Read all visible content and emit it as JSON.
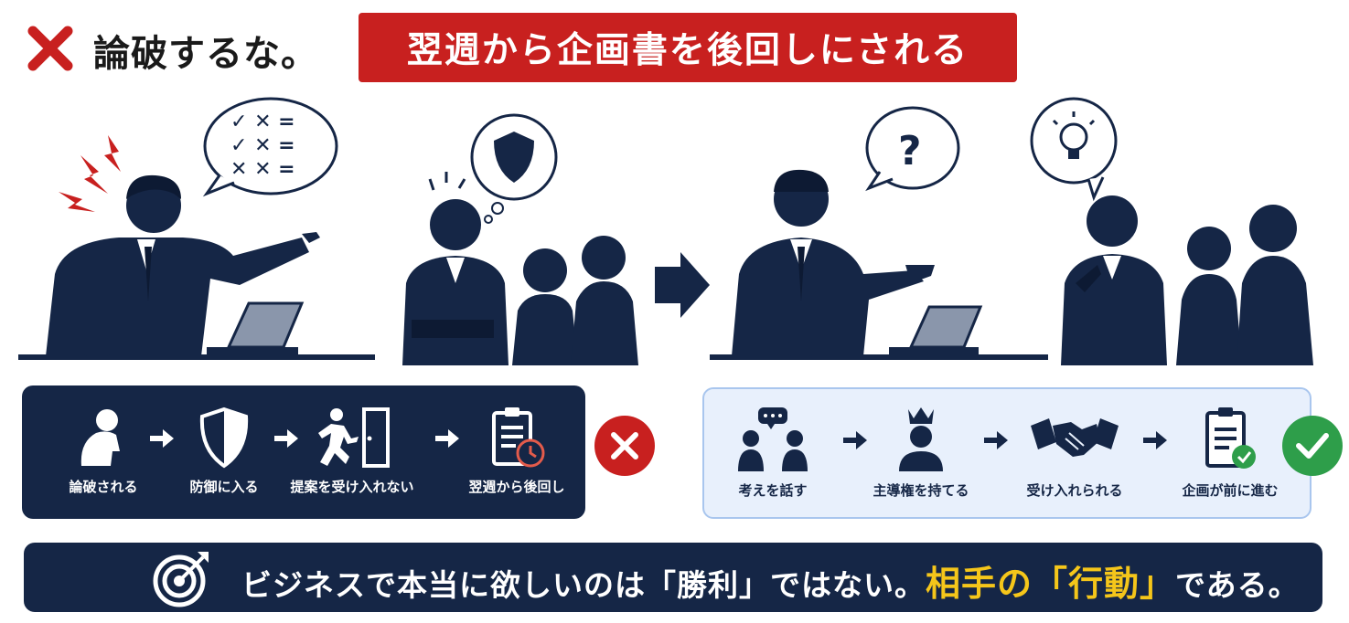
{
  "header": {
    "title": "論破するな。",
    "banner": "翌週から企画書を後回しにされる"
  },
  "bad_flow": {
    "steps": [
      {
        "label": "論破される",
        "icon": "dejected-person-icon"
      },
      {
        "label": "防御に入る",
        "icon": "shield-icon"
      },
      {
        "label": "提案を受け入れない",
        "icon": "running-out-door-icon"
      },
      {
        "label": "翌週から後回し",
        "icon": "clipboard-clock-icon"
      }
    ]
  },
  "good_flow": {
    "steps": [
      {
        "label": "考えを話す",
        "icon": "conversation-icon"
      },
      {
        "label": "主導権を持てる",
        "icon": "crowned-person-icon"
      },
      {
        "label": "受け入れられる",
        "icon": "handshake-icon"
      },
      {
        "label": "企画が前に進む",
        "icon": "clipboard-check-icon"
      }
    ]
  },
  "footer": {
    "text_main": "ビジネスで本当に欲しいのは「勝利」ではない。",
    "text_highlight": "相手の「行動」",
    "text_end": "である。",
    "icon": "target-icon"
  },
  "colors": {
    "navy": "#152646",
    "red": "#c8201f",
    "green": "#2e9e4a",
    "yellow": "#f5c61a",
    "light_blue": "#e8f0fc"
  }
}
